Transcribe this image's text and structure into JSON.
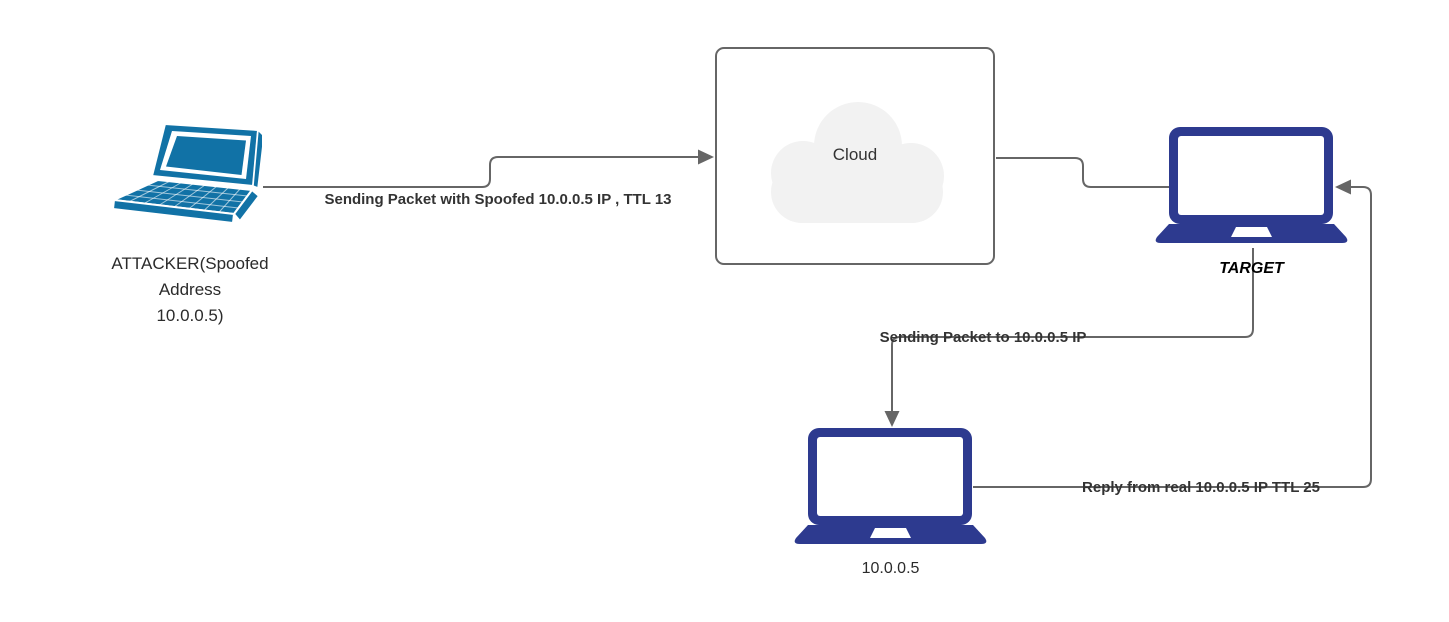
{
  "nodes": {
    "attacker": {
      "label": "ATTACKER(Spoofed\nAddress\n10.0.0.5)"
    },
    "cloud": {
      "label": "Cloud"
    },
    "target": {
      "label": "TARGET"
    },
    "real_host": {
      "label": "10.0.0.5"
    }
  },
  "edges": {
    "attacker_to_cloud": {
      "label": "Sending Packet with Spoofed 10.0.0.5 IP , TTL 13"
    },
    "cloud_to_target": {
      "label": ""
    },
    "target_to_real_host": {
      "label": "Sending Packet to 10.0.0.5 IP"
    },
    "real_host_to_target": {
      "label": "Reply from real 10.0.0.5 IP TTL 25"
    }
  },
  "colors": {
    "connector": "#666666",
    "edge_label": "#333333",
    "node_label": "#2b2b2b",
    "attacker_laptop": "#1172A6",
    "navy_laptop": "#2D3A8F",
    "cloud_shape_fill": "#F2F2F2",
    "cloud_box_border": "#666666",
    "background": "#ffffff"
  }
}
